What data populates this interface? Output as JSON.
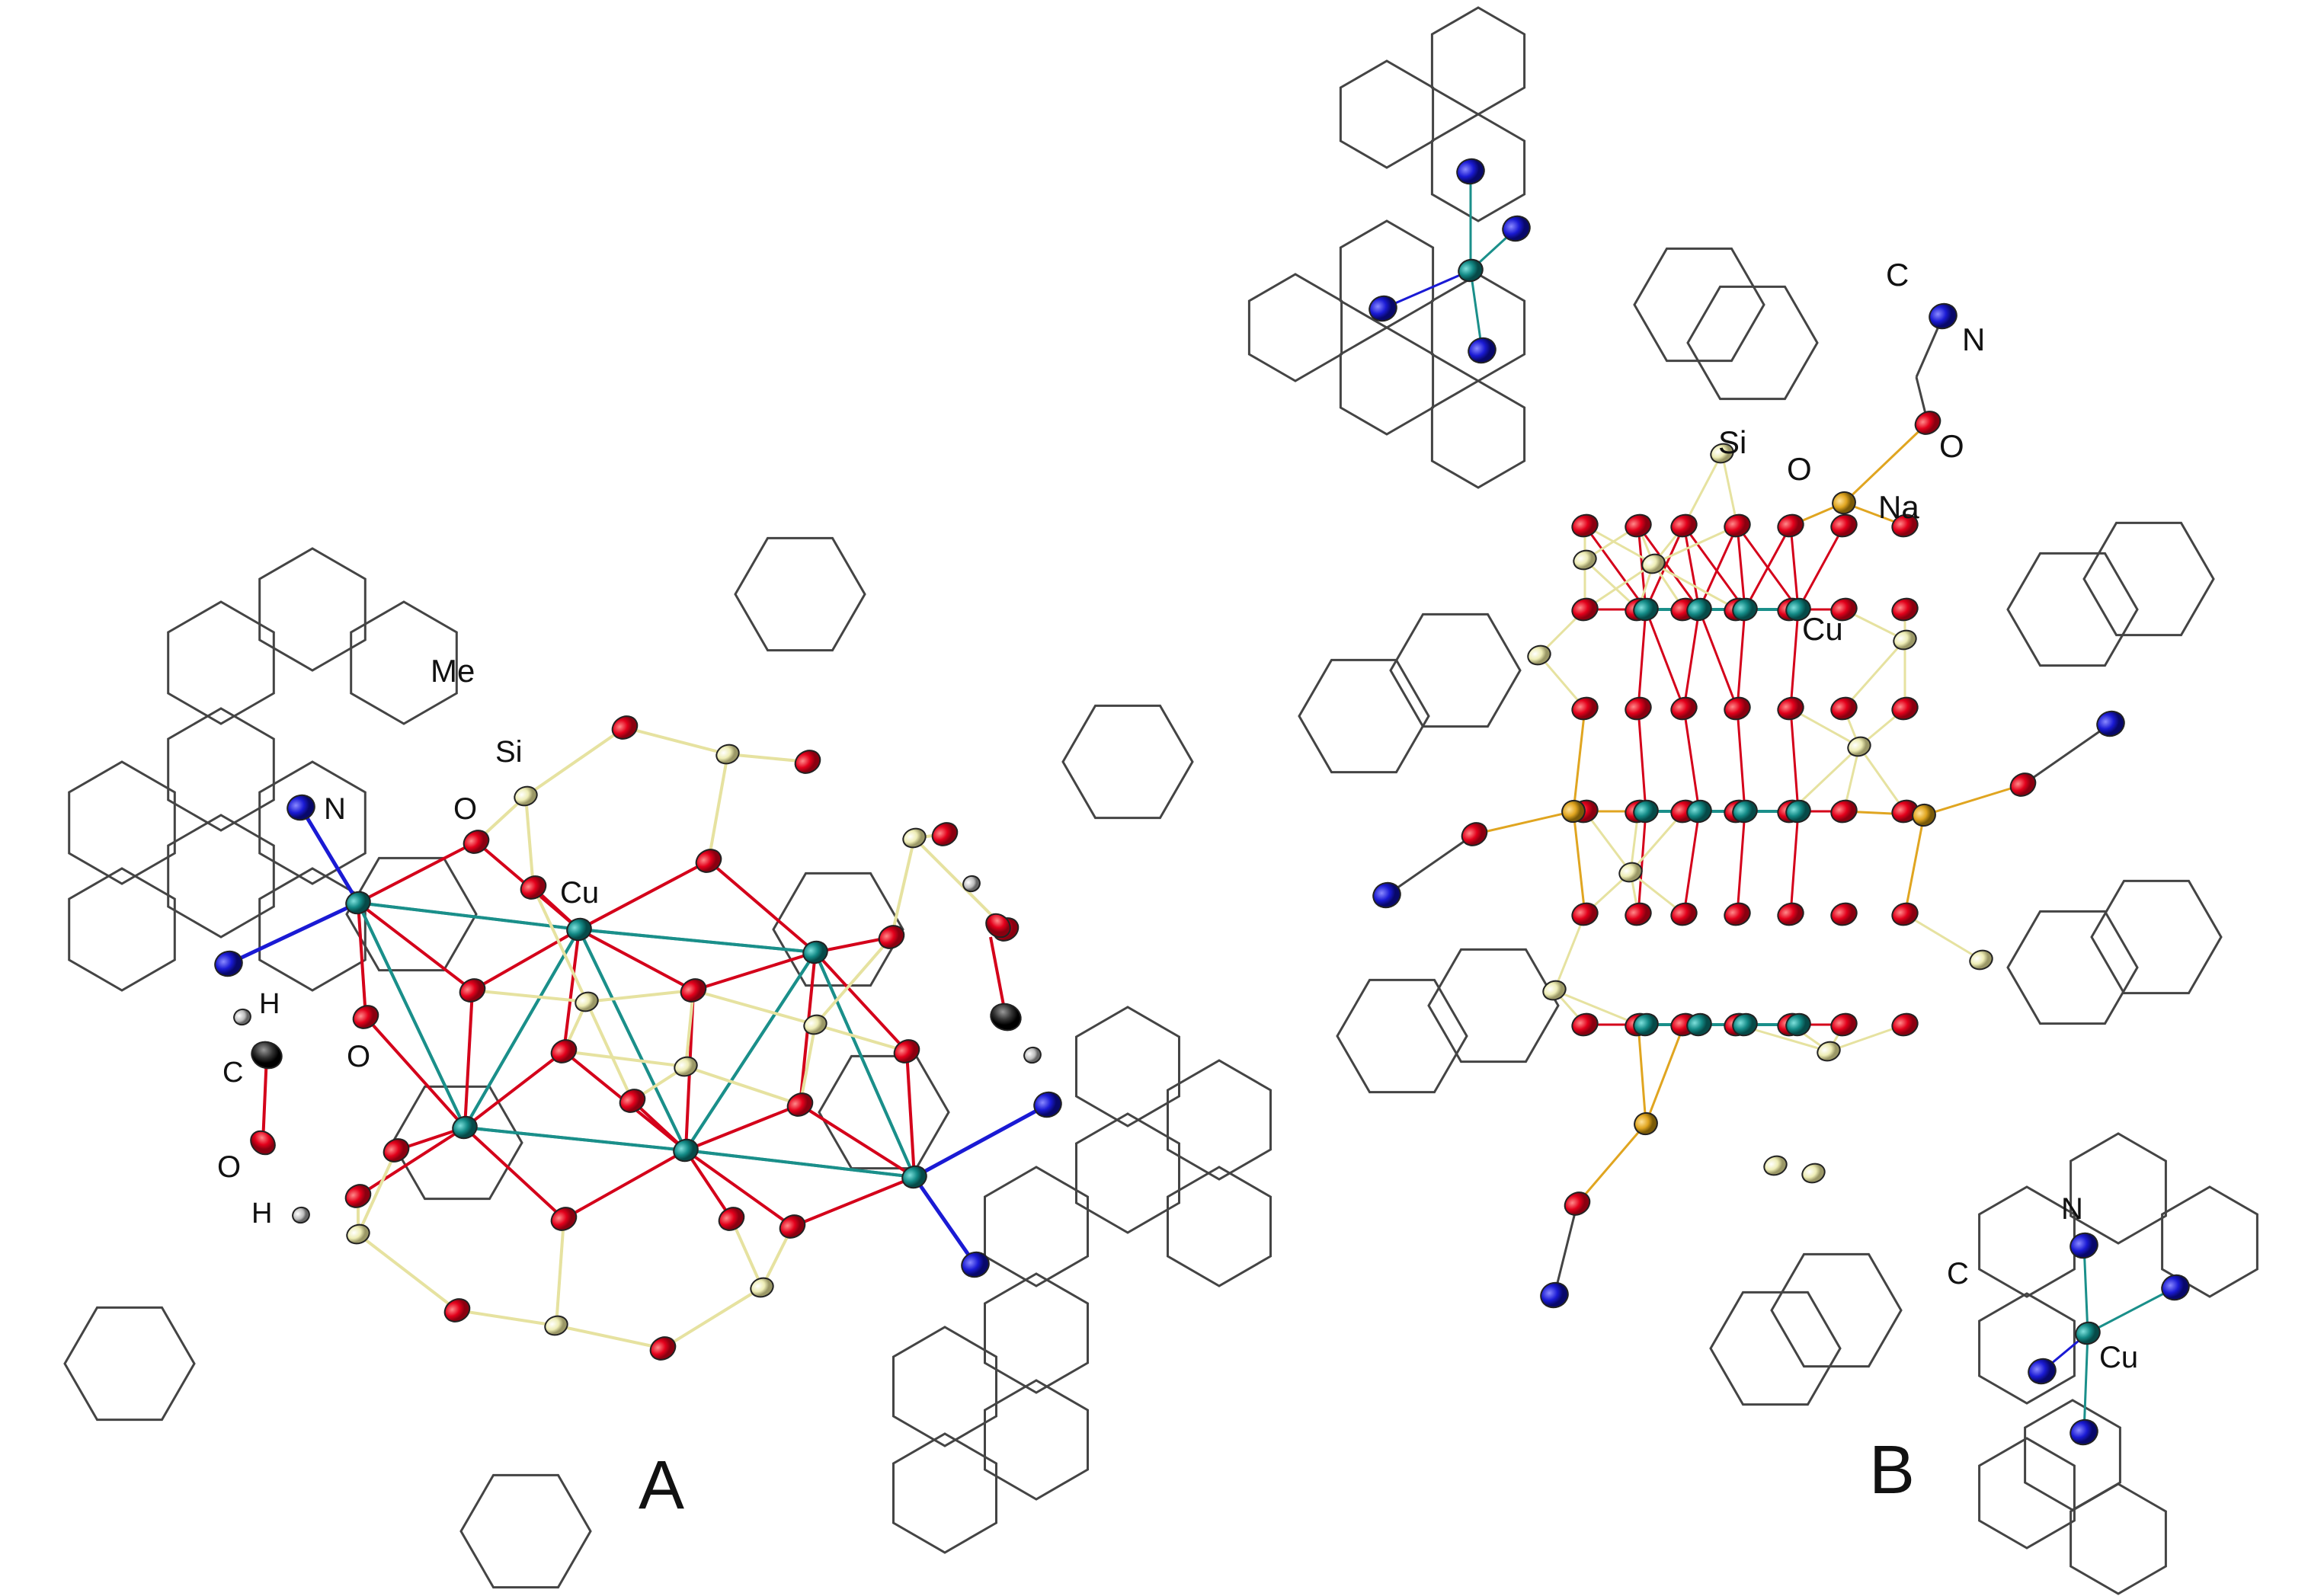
{
  "panels": [
    {
      "id": "A",
      "label": "A",
      "atom_labels": [
        "Me",
        "Si",
        "N",
        "O",
        "Cu",
        "H",
        "C",
        "O",
        "O",
        "H"
      ]
    },
    {
      "id": "B",
      "label": "B",
      "atom_labels": [
        "C",
        "N",
        "Si",
        "O",
        "O",
        "Na",
        "Cu",
        "N",
        "C",
        "Cu"
      ]
    }
  ],
  "colors": {
    "oxygen": "#e3001b",
    "silicon": "#f0efb8",
    "copper": "#138a86",
    "nitrogen": "#1a1ad4",
    "sodium": "#e0a520",
    "carbon": "#333333",
    "hydrogen": "#cccccc",
    "bond_cu": "#1a8f8a",
    "bond_o": "#d4001a",
    "bond_si": "#e6e2a0",
    "bond_na": "#e0a520",
    "ring_line": "#444444"
  }
}
